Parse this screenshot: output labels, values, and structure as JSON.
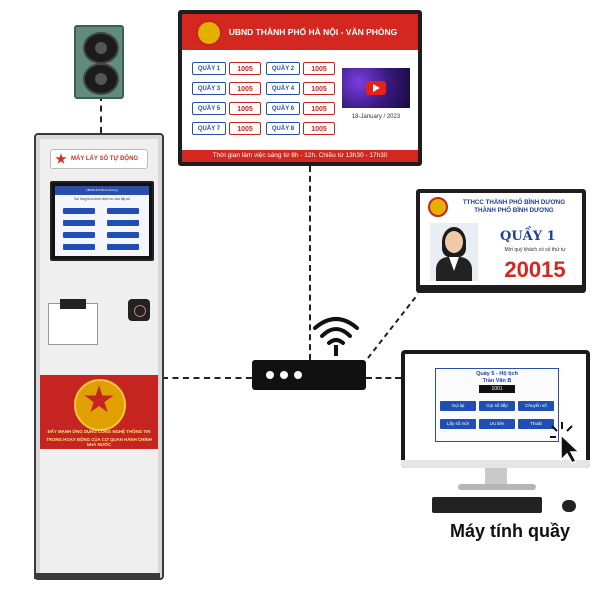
{
  "kiosk": {
    "brand_label": "MÁY LẤY SỐ TỰ ĐỘNG",
    "screen_header": "UBND tỉnh Bình Dương",
    "screen_title": "Vui lòng lựa chọn dịch vụ cần lấy số",
    "banner_lines": [
      "ĐẨY MẠNH ỨNG DỤNG CÔNG NGHỆ THÔNG TIN",
      "TRONG HOẠT ĐỘNG CỦA CƠ QUAN HÀNH CHÍNH NHÀ NƯỚC"
    ],
    "colors": {
      "brand_red": "#c52421",
      "brand_blue": "#2a4fa8"
    }
  },
  "main_display": {
    "title": "UBND THÀNH PHỐ HÀ NỘI - VĂN PHÒNG",
    "counters": [
      {
        "label": "QUẦY 1",
        "number": "1005"
      },
      {
        "label": "QUẦY 2",
        "number": "1005"
      },
      {
        "label": "QUẦY 3",
        "number": "1005"
      },
      {
        "label": "QUẦY 4",
        "number": "1005"
      },
      {
        "label": "QUẦY 5",
        "number": "1005"
      },
      {
        "label": "QUẦY 6",
        "number": "1005"
      },
      {
        "label": "QUẦY 7",
        "number": "1005"
      },
      {
        "label": "QUẦY 8",
        "number": "1005"
      }
    ],
    "video_icon": "youtube-play-icon",
    "date": "18-January / 2023",
    "footer": "Thời gian làm việc sáng từ 8h - 12h. Chiều từ 13h30 - 17h30"
  },
  "counter_display": {
    "header_line1": "TTHCC THÀNH PHỐ BÌNH DƯƠNG",
    "header_line2": "THÀNH PHỐ BÌNH DƯƠNG",
    "counter_label": "QUẦY 1",
    "message": "Mời quý khách có số thứ tự",
    "number": "20015"
  },
  "router": {
    "icon": "wifi-router-icon"
  },
  "computer": {
    "panel_title": "Quầy 5 - Hộ tịch",
    "operator_name": "Trần Văn B",
    "current_number": "1001",
    "buttons": [
      "Gọi lại",
      "Gọi số tiếp",
      "Chuyển số",
      "Lấy số mới",
      "Ưu tiên",
      "Thoát"
    ],
    "caption": "Máy tính quầy"
  }
}
